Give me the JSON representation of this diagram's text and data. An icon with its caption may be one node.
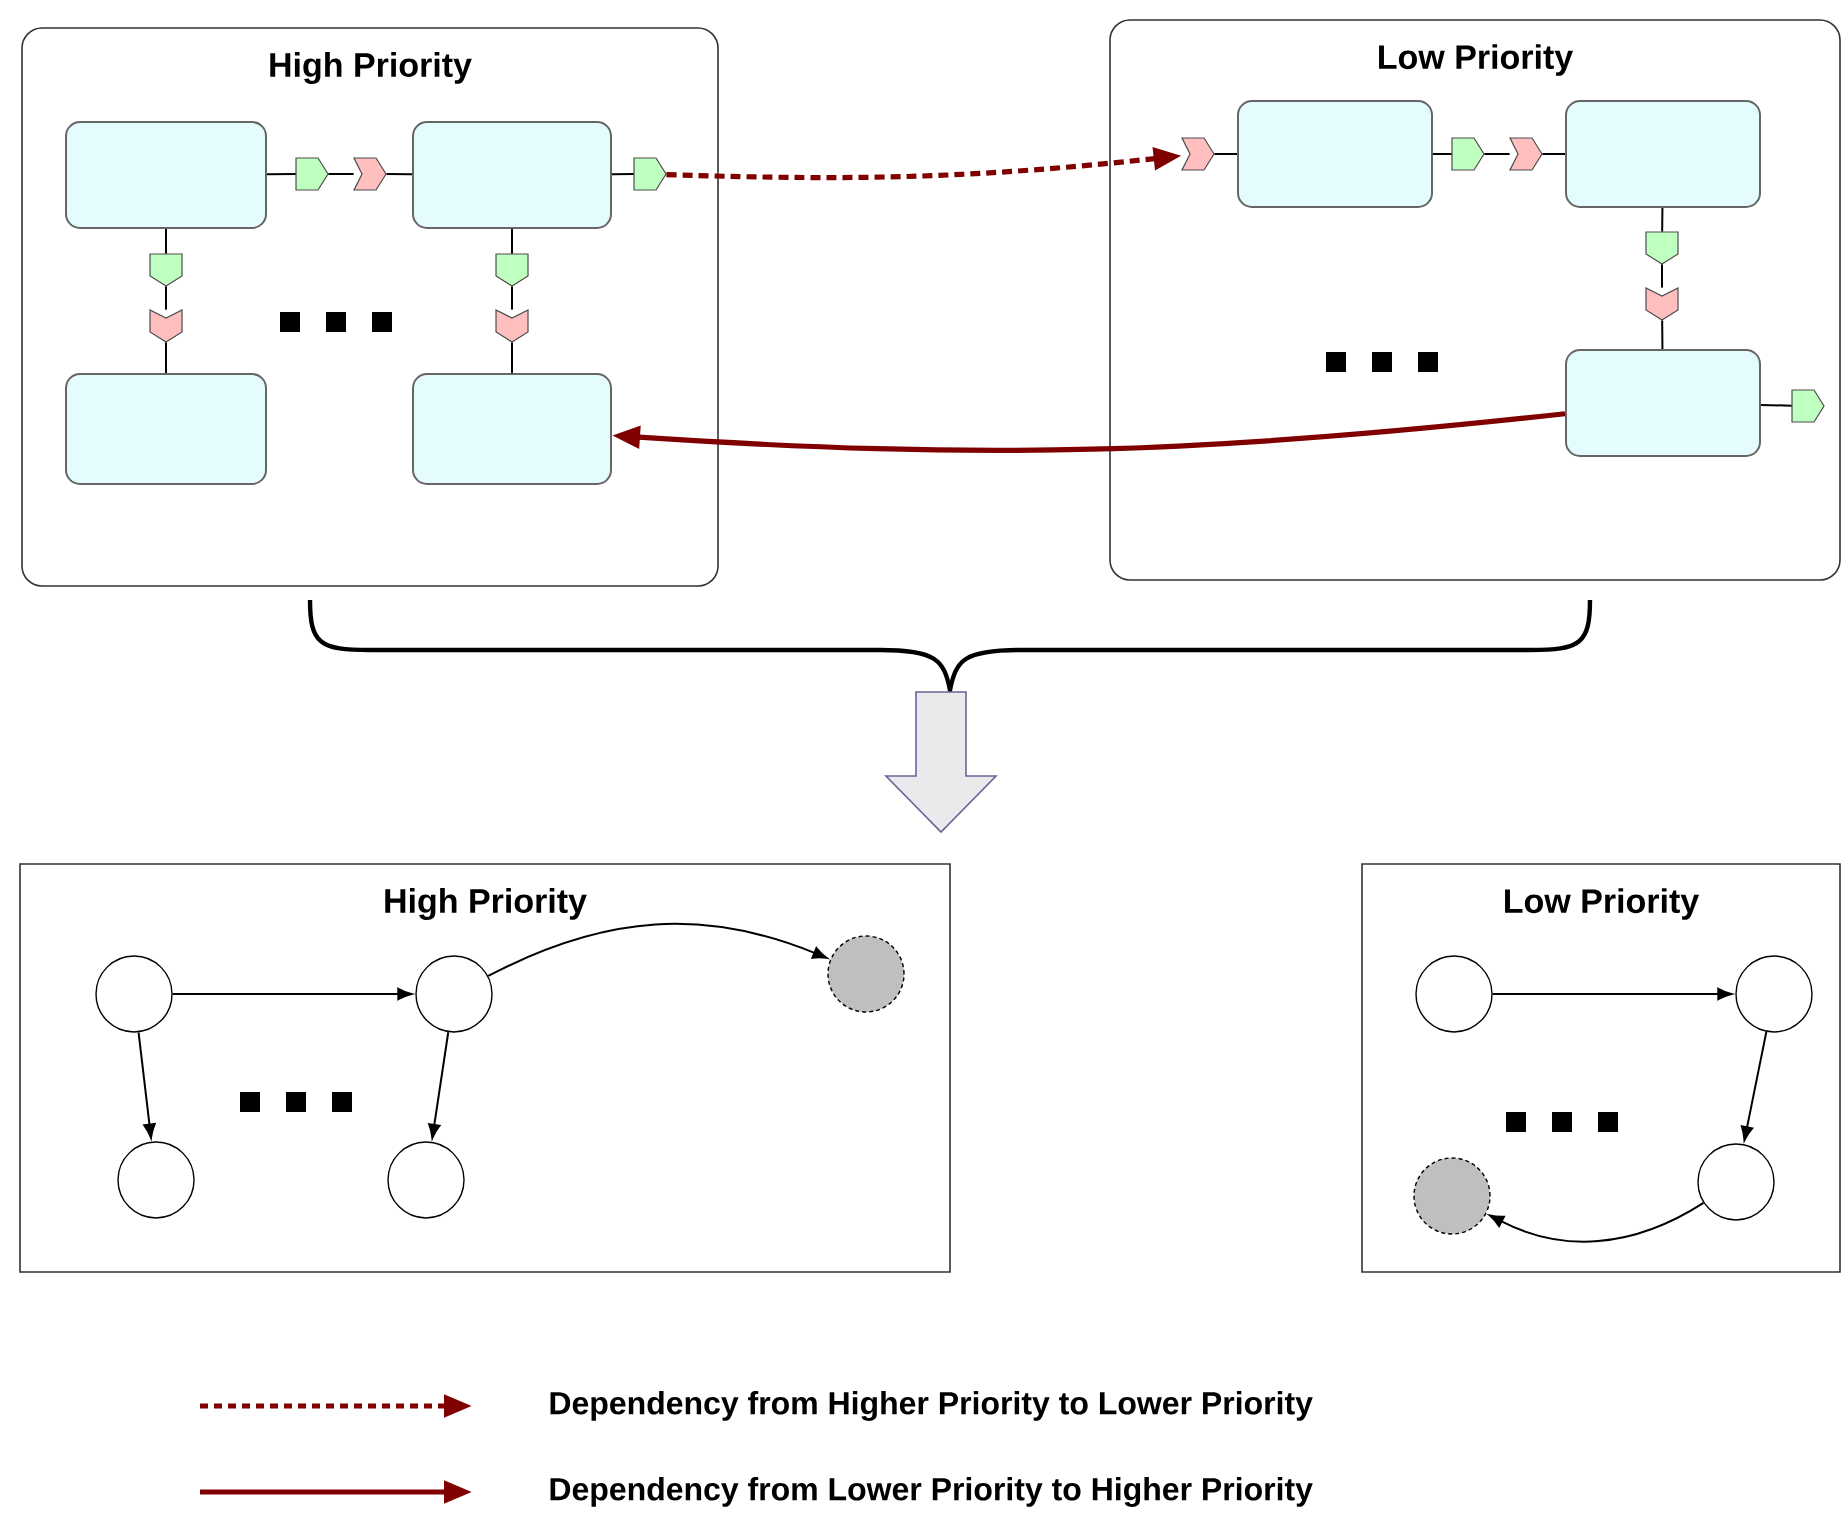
{
  "diagram": {
    "nodes": [
      {
        "text": [
          "High Priority"
        ]
      },
      {
        "text": [],
        "shape": "box",
        "in": 0
      },
      {
        "text": [],
        "shape": "box",
        "in": 0
      },
      {
        "text": [],
        "shape": "box",
        "in": 0
      },
      {
        "text": [],
        "shape": "box",
        "in": 0
      },
      {
        "text": [],
        "shape": "pentagon",
        "in": 0
      },
      {
        "text": [],
        "shape": "chevron",
        "in": 0
      },
      {
        "text": [],
        "shape": "pentagon",
        "in": 0
      },
      {
        "text": [],
        "shape": "pentagon",
        "in": 0
      },
      {
        "text": [],
        "shape": "chevron",
        "in": 0
      },
      {
        "text": [],
        "shape": "pentagon",
        "in": 0
      },
      {
        "text": [],
        "shape": "chevron",
        "in": 0
      },
      {
        "text": [
          "Low Priority"
        ]
      },
      {
        "text": [],
        "shape": "box",
        "in": 12
      },
      {
        "text": [],
        "shape": "box",
        "in": 12
      },
      {
        "text": [],
        "shape": "box",
        "in": 12
      },
      {
        "text": [],
        "shape": "chevron",
        "in": 12
      },
      {
        "text": [],
        "shape": "pentagon",
        "in": 12
      },
      {
        "text": [],
        "shape": "chevron",
        "in": 12
      },
      {
        "text": [],
        "shape": "pentagon",
        "in": 12
      },
      {
        "text": [],
        "shape": "chevron",
        "in": 12
      },
      {
        "text": [],
        "shape": "pentagon",
        "in": 12
      },
      {
        "text": [
          "High Priority"
        ]
      },
      {
        "text": [],
        "shape": "circle",
        "in": 22
      },
      {
        "text": [],
        "shape": "circle",
        "in": 22
      },
      {
        "text": [],
        "shape": "circle",
        "in": 22
      },
      {
        "text": [],
        "shape": "circle",
        "in": 22
      },
      {
        "text": [],
        "shape": "circle",
        "in": 22
      },
      {
        "text": [
          "Low Priority"
        ]
      },
      {
        "text": [],
        "shape": "circle",
        "in": 28
      },
      {
        "text": [],
        "shape": "circle",
        "in": 28
      },
      {
        "text": [],
        "shape": "circle",
        "in": 28
      },
      {
        "text": [],
        "shape": "circle",
        "in": 28
      }
    ],
    "edges": [
      {
        "from": 1,
        "to": 5,
        "arrow": "none"
      },
      {
        "from": 5,
        "to": 6,
        "arrow": "none"
      },
      {
        "from": 6,
        "to": 2,
        "arrow": "none"
      },
      {
        "from": 2,
        "to": 7,
        "arrow": "none"
      },
      {
        "from": 1,
        "to": 8,
        "arrow": "none"
      },
      {
        "from": 8,
        "to": 9,
        "arrow": "none"
      },
      {
        "from": 9,
        "to": 3,
        "arrow": "none"
      },
      {
        "from": 2,
        "to": 10,
        "arrow": "none"
      },
      {
        "from": 10,
        "to": 11,
        "arrow": "none"
      },
      {
        "from": 11,
        "to": 4,
        "arrow": "none"
      },
      {
        "from": 7,
        "to": 16,
        "arrow": "to",
        "style": "dashed",
        "color": "#800000"
      },
      {
        "from": 16,
        "to": 13,
        "arrow": "none"
      },
      {
        "from": 13,
        "to": 17,
        "arrow": "none"
      },
      {
        "from": 17,
        "to": 18,
        "arrow": "none"
      },
      {
        "from": 18,
        "to": 14,
        "arrow": "none"
      },
      {
        "from": 14,
        "to": 19,
        "arrow": "none"
      },
      {
        "from": 19,
        "to": 20,
        "arrow": "none"
      },
      {
        "from": 20,
        "to": 15,
        "arrow": "none"
      },
      {
        "from": 15,
        "to": 21,
        "arrow": "none"
      },
      {
        "from": 15,
        "to": 4,
        "arrow": "to",
        "style": "thick",
        "color": "#800000"
      },
      {
        "from": 23,
        "to": 24,
        "arrow": "to"
      },
      {
        "from": 24,
        "to": 25,
        "arrow": "to"
      },
      {
        "from": 23,
        "to": 26,
        "arrow": "to"
      },
      {
        "from": 24,
        "to": 27,
        "arrow": "to"
      },
      {
        "from": 29,
        "to": 30,
        "arrow": "to"
      },
      {
        "from": 30,
        "to": 31,
        "arrow": "to"
      },
      {
        "from": 31,
        "to": 32,
        "arrow": "to"
      }
    ],
    "legend": [
      {
        "text": "Dependency from Higher Priority to Lower Priority"
      },
      {
        "text": "Dependency from Lower Priority to Higher Priority"
      }
    ]
  }
}
